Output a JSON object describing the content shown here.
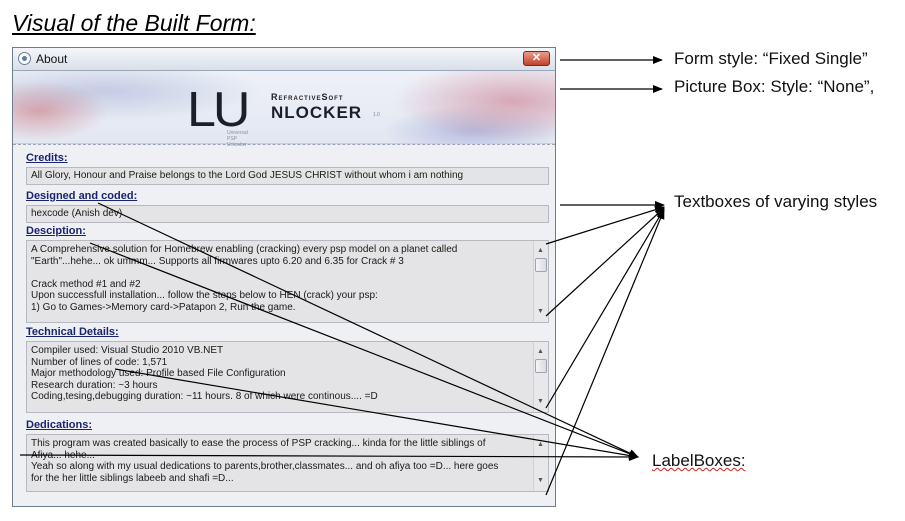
{
  "heading": "Visual of the Built Form:",
  "window": {
    "title": "About",
    "close_glyph": "✕",
    "logo": {
      "lu": "LU",
      "brand": "RefractiveSoft",
      "word": "NLOCKER",
      "version": "1.0",
      "subtitle": "Universal PSP Unlocker"
    },
    "fields": [
      {
        "label": "Credits:",
        "lines": [
          "All Glory, Honour and Praise belongs to the Lord God JESUS CHRIST without whom i am nothing"
        ]
      },
      {
        "label": "Designed and coded:",
        "lines": [
          "hexcode (Anish dev)"
        ]
      },
      {
        "label": "Desciption:",
        "lines": [
          "A Comprehensive solution for Homebrew enabling (cracking) every psp model on a planet called",
          "\"Earth\"...hehe... ok ummm... Supports all firmwares upto 6.20 and 6.35 for Crack # 3",
          "",
          "Crack method #1 and #2",
          "Upon successfull installation... follow the steps below to HEN (crack) your psp:",
          "1) Go to Games->Memory card->Patapon 2, Run the game."
        ]
      },
      {
        "label": "Technical Details:",
        "lines": [
          "Compiler used: Visual Studio 2010 VB.NET",
          "Number of lines of code: 1,571",
          "Major methodology used: Profile based File Configuration",
          "Research duration: ~3 hours",
          "Coding,tesing,debugging duration: ~11 hours. 8 of which were continous.... =D"
        ]
      },
      {
        "label": "Dedications:",
        "lines": [
          "This program was created basically to ease the process of PSP cracking... kinda for the little siblings of",
          "Afiya... hehe...",
          "Yeah so along with my usual dedications to parents,brother,classmates... and oh afiya too =D... here goes",
          "for the her little siblings labeeb and shafi =D..."
        ]
      }
    ]
  },
  "annotations": {
    "form_style": "Form style: “Fixed Single”",
    "picture_box": "Picture Box: Style: “None”,",
    "textboxes": "Textboxes of varying styles",
    "labelboxes": "LabelBoxes:"
  }
}
